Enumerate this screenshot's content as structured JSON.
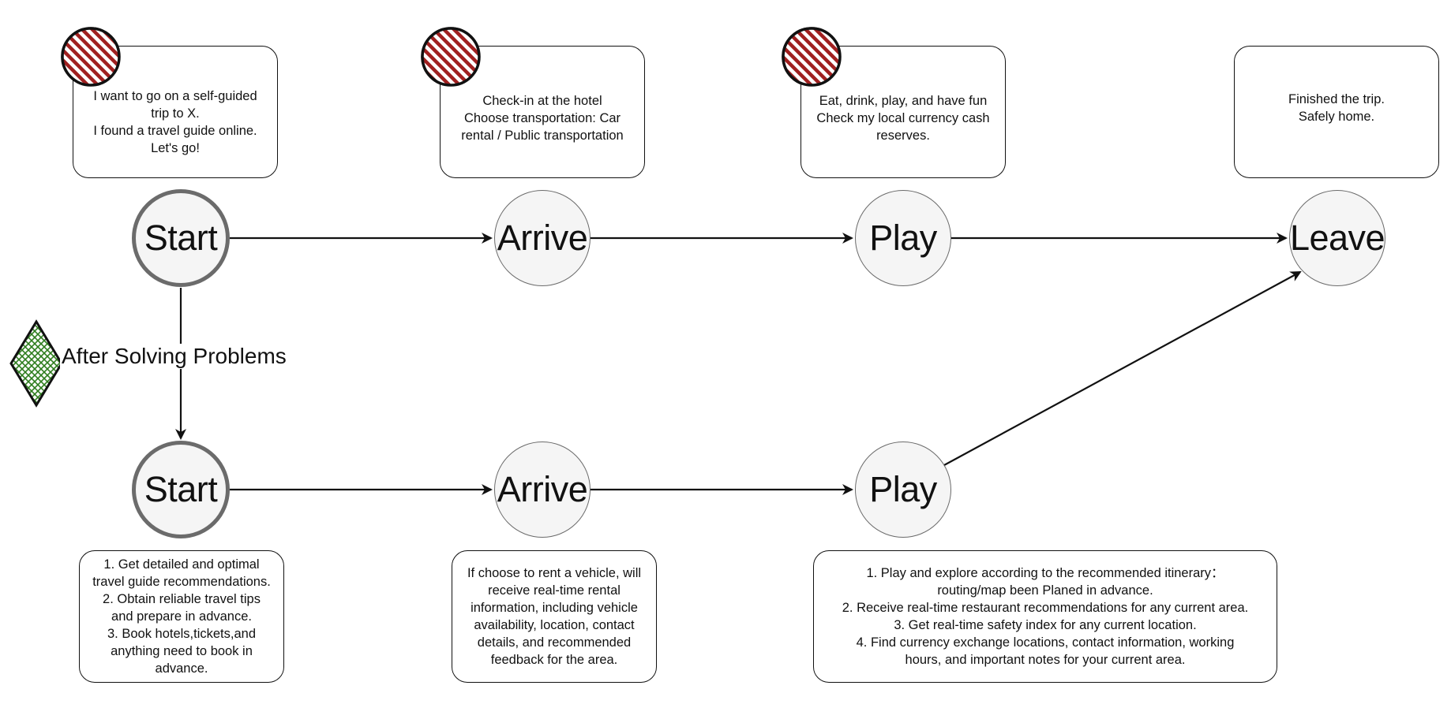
{
  "diagram": {
    "top_row": {
      "nodes": [
        {
          "label": "Start"
        },
        {
          "label": "Arrive"
        },
        {
          "label": "Play"
        },
        {
          "label": "Leave"
        }
      ],
      "notes": [
        {
          "lines": [
            "I want to go on a self-guided",
            "trip to X.",
            "I found a travel guide online.",
            "Let's go!"
          ]
        },
        {
          "lines": [
            "Check-in at the hotel",
            "Choose transportation: Car",
            "rental / Public transportation"
          ]
        },
        {
          "lines": [
            "Eat, drink, play, and have fun",
            "Check my local currency cash",
            "reserves."
          ]
        },
        {
          "lines": [
            "Finished the trip.",
            "Safely home."
          ]
        }
      ]
    },
    "bottom_row": {
      "nodes": [
        {
          "label": "Start"
        },
        {
          "label": "Arrive"
        },
        {
          "label": "Play"
        }
      ],
      "notes": [
        {
          "lines": [
            "1. Get detailed and optimal",
            "travel guide recommendations.",
            "2. Obtain reliable travel tips",
            "and prepare in advance.",
            "3. Book hotels,tickets,and",
            "anything need to book in",
            "advance."
          ]
        },
        {
          "lines": [
            "If choose to rent a vehicle,  will",
            "receive real-time rental",
            "information, including vehicle",
            "availability, location, contact",
            "details, and recommended",
            "feedback for the area."
          ]
        },
        {
          "lines": [
            "1. Play and explore according to the recommended itinerary：",
            "routing/map been Planed in advance.",
            "2. Receive real-time restaurant recommendations for any current area.",
            "3. Get real-time safety index for any current location.",
            "4. Find currency exchange locations, contact information, working",
            "hours, and important notes for your current area."
          ]
        }
      ]
    },
    "connector_label": "After Solving Problems",
    "colors": {
      "problem_marker": "#a02020",
      "solution_marker": "#2e7d1e",
      "node_fill": "#f5f5f5",
      "node_stroke": "#6b6b6b"
    },
    "icons": {
      "problem_marker": "red-hatched-circle-icon",
      "solution_marker": "green-crosshatched-diamond-icon"
    }
  }
}
